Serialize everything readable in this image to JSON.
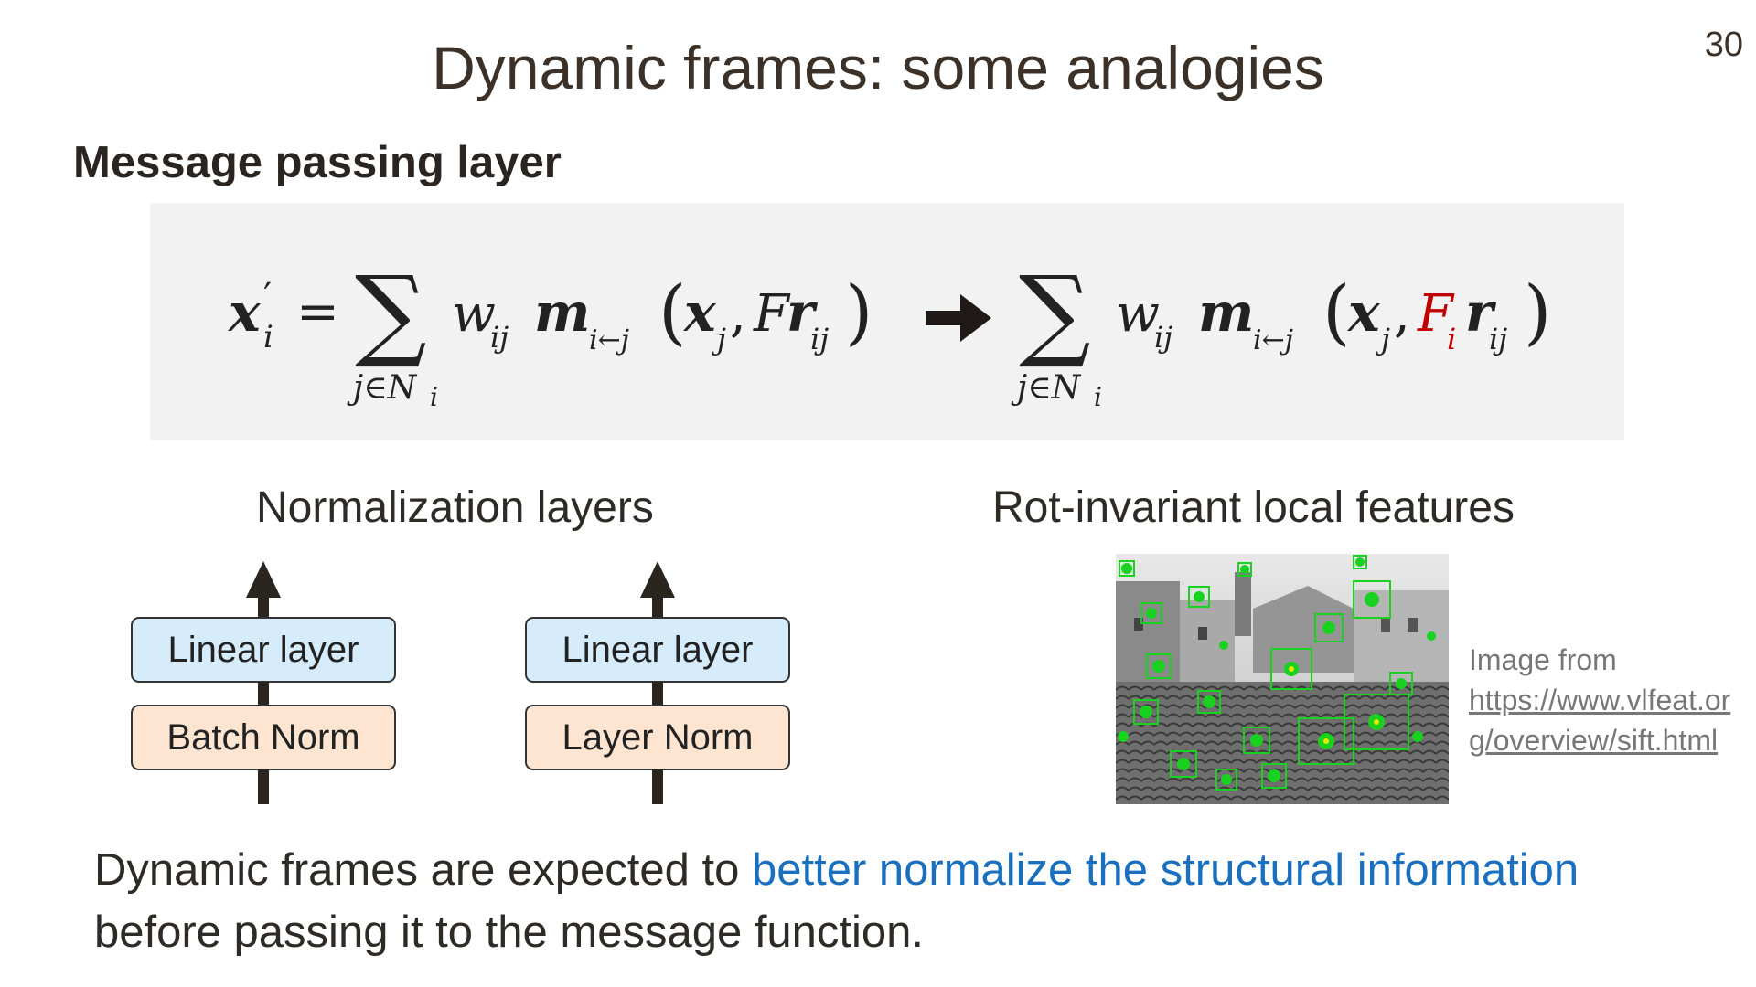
{
  "page_number": "30",
  "title": "Dynamic frames: some analogies",
  "section_heading": "Message passing layer",
  "formula": {
    "lhs_var": "x",
    "lhs_sub": "i",
    "sum_sub_left": "j∈N",
    "sum_sub_right": "j∈N",
    "weight": "w",
    "weight_sub": "ij",
    "message": "m",
    "message_sub": "i←j",
    "arg_x": "x",
    "arg_x_sub": "j",
    "frame_global": "F",
    "frame_local": "F",
    "frame_local_sub": "i",
    "r": "r",
    "r_sub": "ij",
    "highlight_color": "#c00000"
  },
  "normalization": {
    "title": "Normalization layers",
    "left_top": "Linear layer",
    "left_bottom": "Batch Norm",
    "right_top": "Linear layer",
    "right_bottom": "Layer Norm"
  },
  "features": {
    "title": "Rot-invariant local features",
    "caption_prefix": "Image from",
    "caption_url": "https://www.vlfeat.org/overview/sift.html"
  },
  "summary": {
    "before": "Dynamic frames are expected to ",
    "highlight": "better normalize the structural information",
    "after": " before passing it to the message function.",
    "highlight_color": "#1a6fbf"
  }
}
